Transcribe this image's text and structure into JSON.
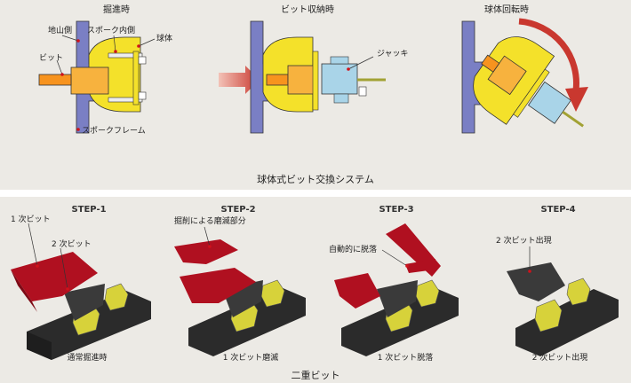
{
  "top": {
    "titles": [
      "掘進時",
      "ビット収納時",
      "球体回転時"
    ],
    "labels": {
      "jiyama": "地山側",
      "spoke_inner": "スポーク内側",
      "sphere": "球体",
      "bit": "ビット",
      "spoke_frame": "スポークフレーム",
      "jack": "ジャッキ"
    },
    "caption": "球体式ビット交換システム"
  },
  "bottom": {
    "steps": [
      "STEP-1",
      "STEP-2",
      "STEP-3",
      "STEP-4"
    ],
    "labels": {
      "first_bit": "1 次ビット",
      "second_bit": "2 次ビット",
      "wear_part": "掘削による磨滅部分",
      "auto_drop": "自動的に脱落",
      "second_appear": "2 次ビット出現"
    },
    "captions": [
      "通常掘進時",
      "1 次ビット磨滅",
      "1 次ビット脱落",
      "2 次ビット出現"
    ],
    "main_caption": "二重ビット"
  },
  "colors": {
    "frame": "#7a7fc4",
    "sphere": "#f4e12a",
    "bit": "#f7b23e",
    "jack": "#a9d4e8",
    "red": "#b01020",
    "dark": "#2b2b2b",
    "olive": "#d7d23a",
    "arrow": "#c9382f"
  }
}
